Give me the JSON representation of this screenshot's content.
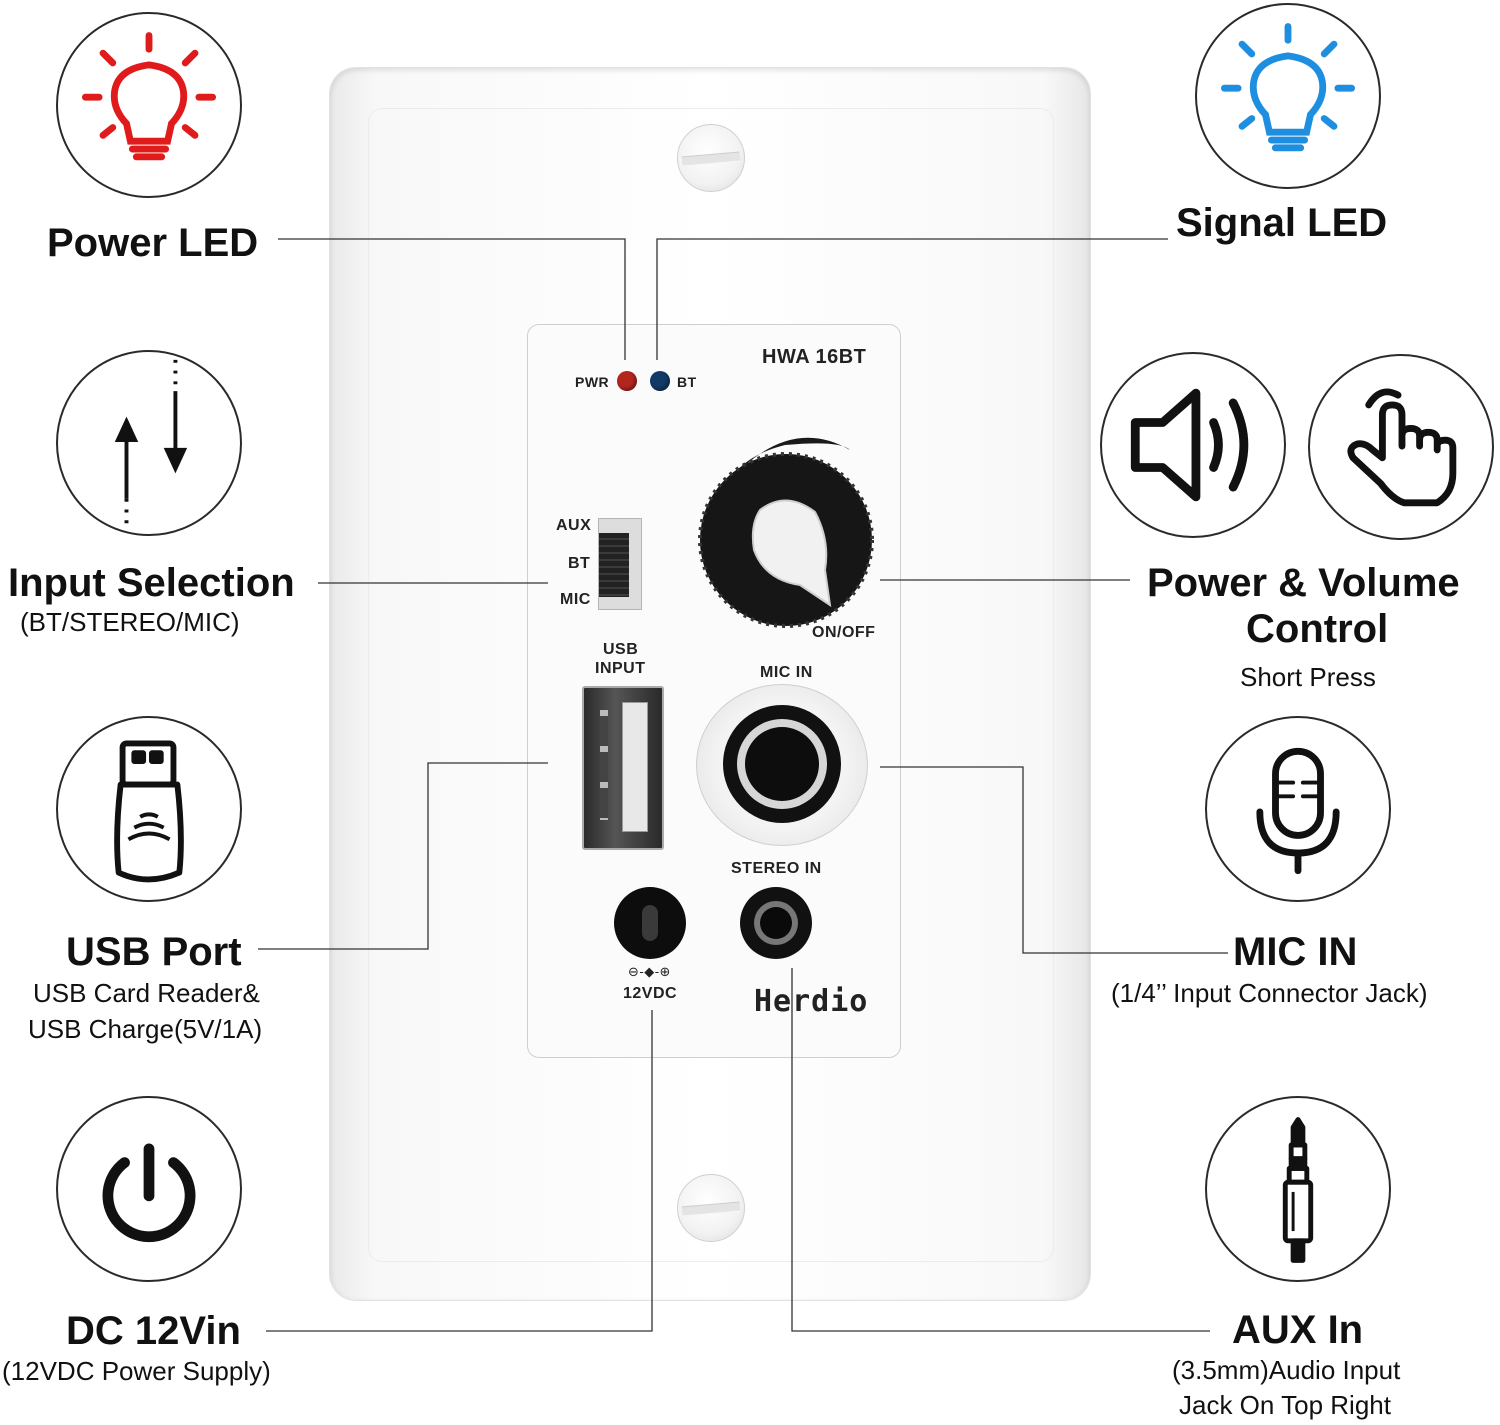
{
  "callouts": {
    "power_led": {
      "title": "Power LED"
    },
    "signal_led": {
      "title": "Signal LED"
    },
    "input_selection": {
      "title": "Input Selection",
      "sub": "(BT/STEREO/MIC)"
    },
    "power_volume": {
      "title_line1": "Power & Volume",
      "title_line2": "Control",
      "sub": "Short Press"
    },
    "usb_port": {
      "title": "USB Port",
      "sub_line1": "USB Card Reader&",
      "sub_line2": "USB Charge(5V/1A)"
    },
    "mic_in": {
      "title": "MIC IN",
      "sub": "(1/4’’ Input Connector Jack)"
    },
    "dc_12vin": {
      "title": "DC 12Vin",
      "sub": "(12VDC Power Supply)"
    },
    "aux_in": {
      "title": "AUX In",
      "sub_line1": "(3.5mm)Audio Input",
      "sub_line2": "Jack On Top Right"
    }
  },
  "plate": {
    "model": "HWA 16BT",
    "pwr": "PWR",
    "bt": "BT",
    "switch_aux": "AUX",
    "switch_bt": "BT",
    "switch_mic": "MIC",
    "on_off": "ON/OFF",
    "usb_line1": "USB",
    "usb_line2": "INPUT",
    "mic_in": "MIC IN",
    "stereo_in": "STEREO IN",
    "dc_symbol": "⊖-◆-⊕",
    "dc_label": "12VDC",
    "brand": "Herdio"
  },
  "icons": {
    "power_led": "lightbulb-icon",
    "signal_led": "lightbulb-icon",
    "input_selection": "up-down-arrows-icon",
    "volume": "speaker-icon",
    "press": "finger-press-icon",
    "usb": "usb-drive-icon",
    "mic": "microphone-icon",
    "power": "power-icon",
    "aux": "audio-jack-icon"
  },
  "colors": {
    "pwr_led": "#b3261e",
    "bt_led": "#123a66",
    "power_bulb": "#e01b1b",
    "signal_bulb": "#1e8ee0"
  }
}
